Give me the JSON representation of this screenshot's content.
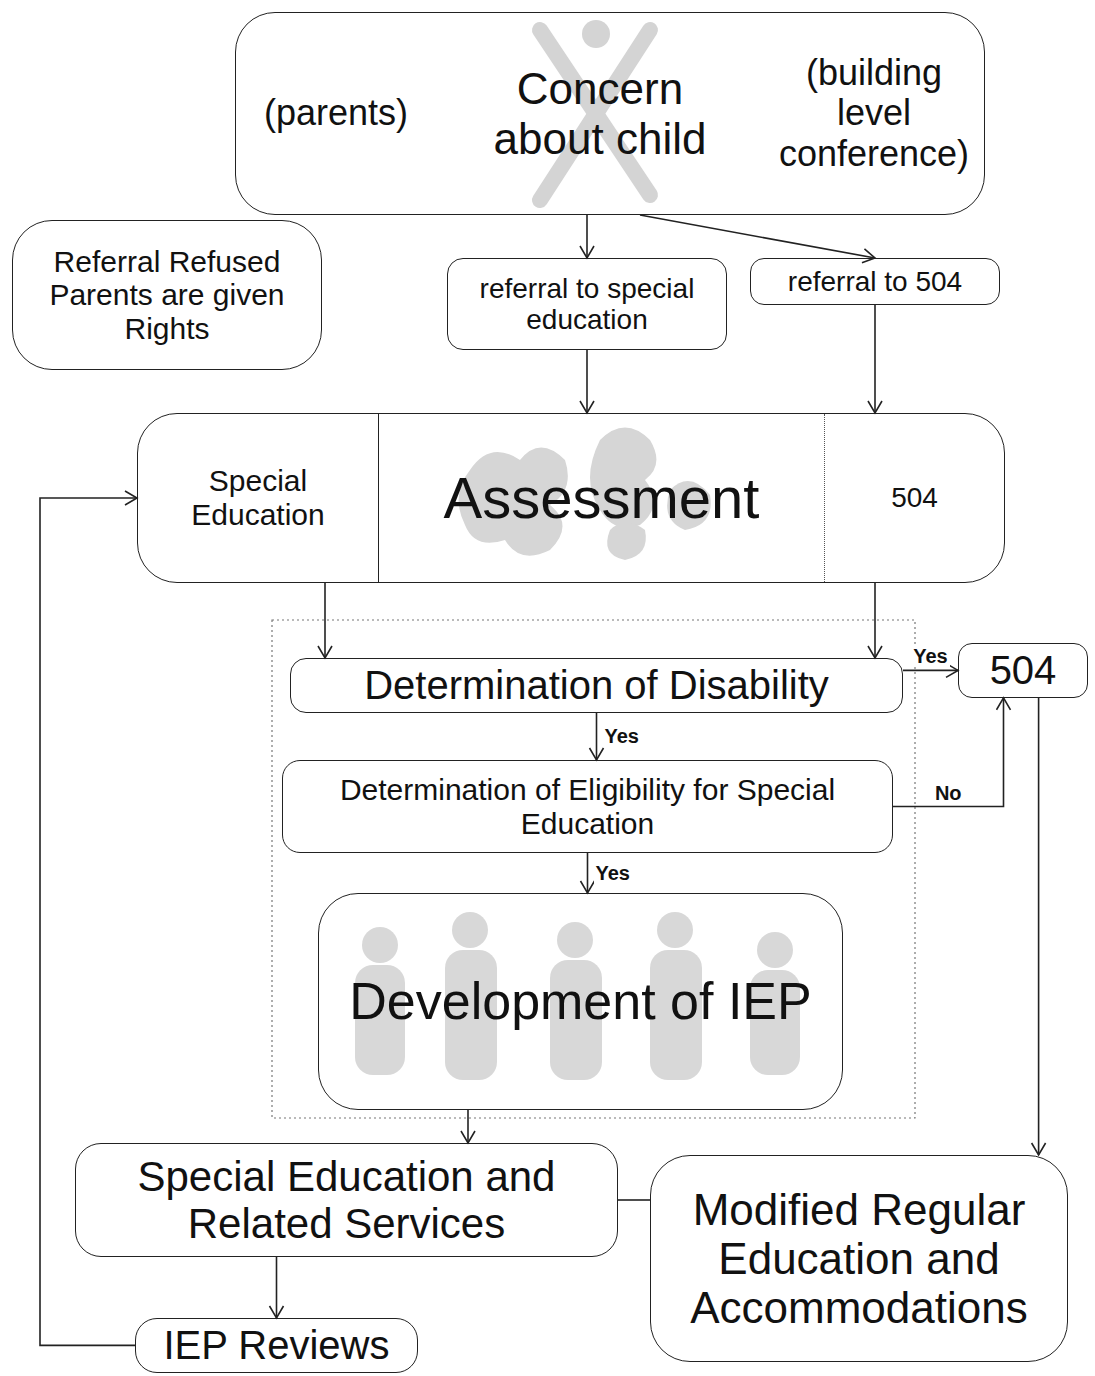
{
  "diagram": {
    "nodes": [
      {
        "text": [
          "(parents)",
          "Concern about child",
          "(building level conference)"
        ]
      },
      {
        "text": [
          "Referral Refused Parents are given Rights"
        ]
      },
      {
        "text": [
          "referral to special education"
        ]
      },
      {
        "text": [
          "referral to 504"
        ]
      },
      {
        "text": [
          "Special Education",
          "Assessment",
          "504"
        ]
      },
      {
        "text": [
          "Determination of Disability"
        ]
      },
      {
        "text": [
          "504"
        ]
      },
      {
        "text": [
          "Determination of Eligibility for Special Education"
        ]
      },
      {
        "text": [
          "Development of IEP"
        ]
      },
      {
        "text": [
          "Special Education and Related Services"
        ]
      },
      {
        "text": [
          "Modified Regular Education and Accommodations"
        ]
      },
      {
        "text": [
          "IEP Reviews"
        ]
      }
    ],
    "edges": [
      {
        "from": 0,
        "to": 2,
        "arrow": "to"
      },
      {
        "from": 0,
        "to": 3,
        "arrow": "to"
      },
      {
        "from": 2,
        "to": 4,
        "arrow": "to"
      },
      {
        "from": 3,
        "to": 4,
        "arrow": "to"
      },
      {
        "from": 4,
        "to": 5,
        "arrow": "to"
      },
      {
        "from": 4,
        "to": 5,
        "arrow": "to"
      },
      {
        "from": 5,
        "to": 6,
        "label": "Yes",
        "arrow": "to"
      },
      {
        "from": 5,
        "to": 7,
        "label": "Yes",
        "arrow": "to"
      },
      {
        "from": 7,
        "to": 6,
        "label": "No",
        "arrow": "to"
      },
      {
        "from": 7,
        "to": 8,
        "label": "Yes",
        "arrow": "to"
      },
      {
        "from": 8,
        "to": 9,
        "arrow": "to"
      },
      {
        "from": 6,
        "to": 10,
        "arrow": "to"
      },
      {
        "from": 9,
        "to": 10,
        "arrow": "none"
      },
      {
        "from": 9,
        "to": 11,
        "arrow": "to"
      },
      {
        "from": 11,
        "to": 4,
        "arrow": "to"
      }
    ]
  }
}
